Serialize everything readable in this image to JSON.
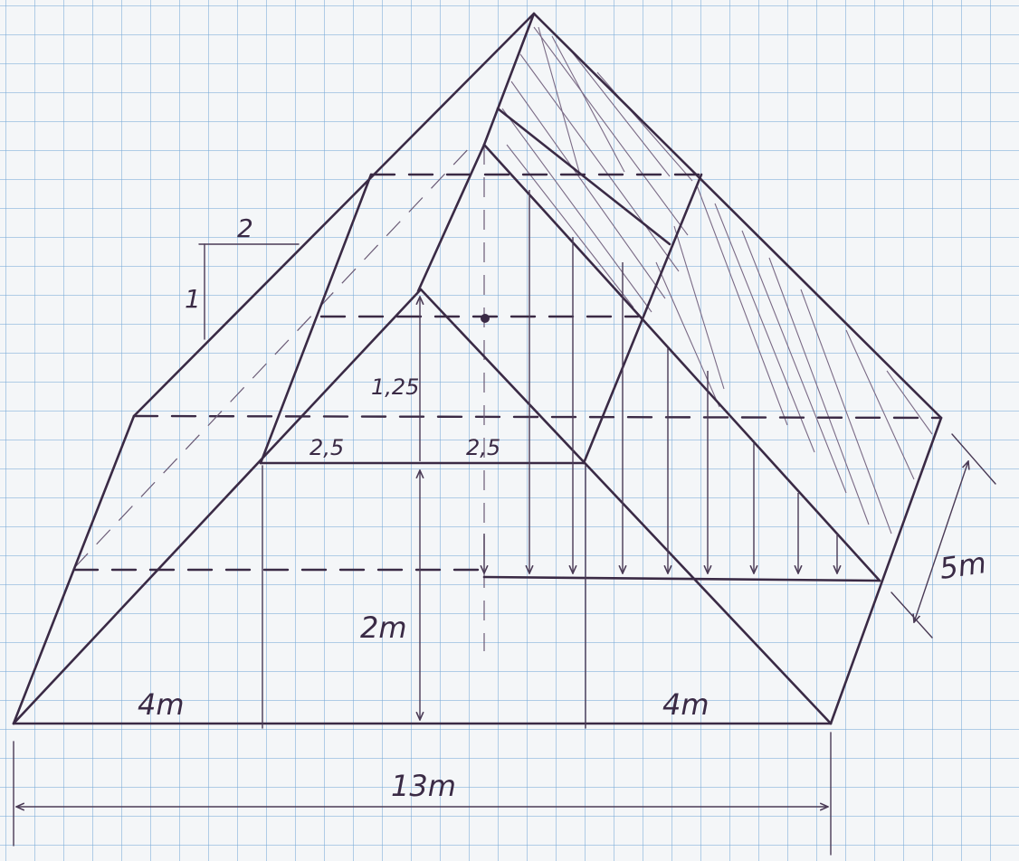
{
  "labels": {
    "slope_run": "2",
    "slope_rise": "1",
    "apex_height": "1,25",
    "half_left": "2,5",
    "half_right": "2,5",
    "wall_height": "2m",
    "left_span": "4m",
    "right_span": "4m",
    "total_span": "13m",
    "depth": "5m"
  }
}
